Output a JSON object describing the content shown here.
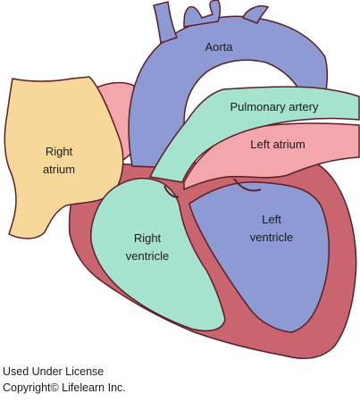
{
  "labels": {
    "aorta": "Aorta",
    "pulmonary_artery": "Pulmonary artery",
    "left_atrium": "Left atrium",
    "right_atrium": [
      "Right",
      "atrium"
    ],
    "right_ventricle": [
      "Right",
      "ventricle"
    ],
    "left_ventricle": [
      "Left",
      "ventricle"
    ]
  },
  "credit": {
    "line1": "Used Under License",
    "line2": "Copyright© Lifelearn Inc."
  },
  "colors": {
    "muscle": "#c9656e",
    "muscle_outline": "#5a1f26",
    "right_atrium": "#f6d99a",
    "aorta": "#8e9ad4",
    "left_ventricle": "#8e9ad4",
    "pulmonary": "#a6e3cf",
    "right_ventricle": "#a6e3cf",
    "left_atrium": "#f3a7ad"
  }
}
